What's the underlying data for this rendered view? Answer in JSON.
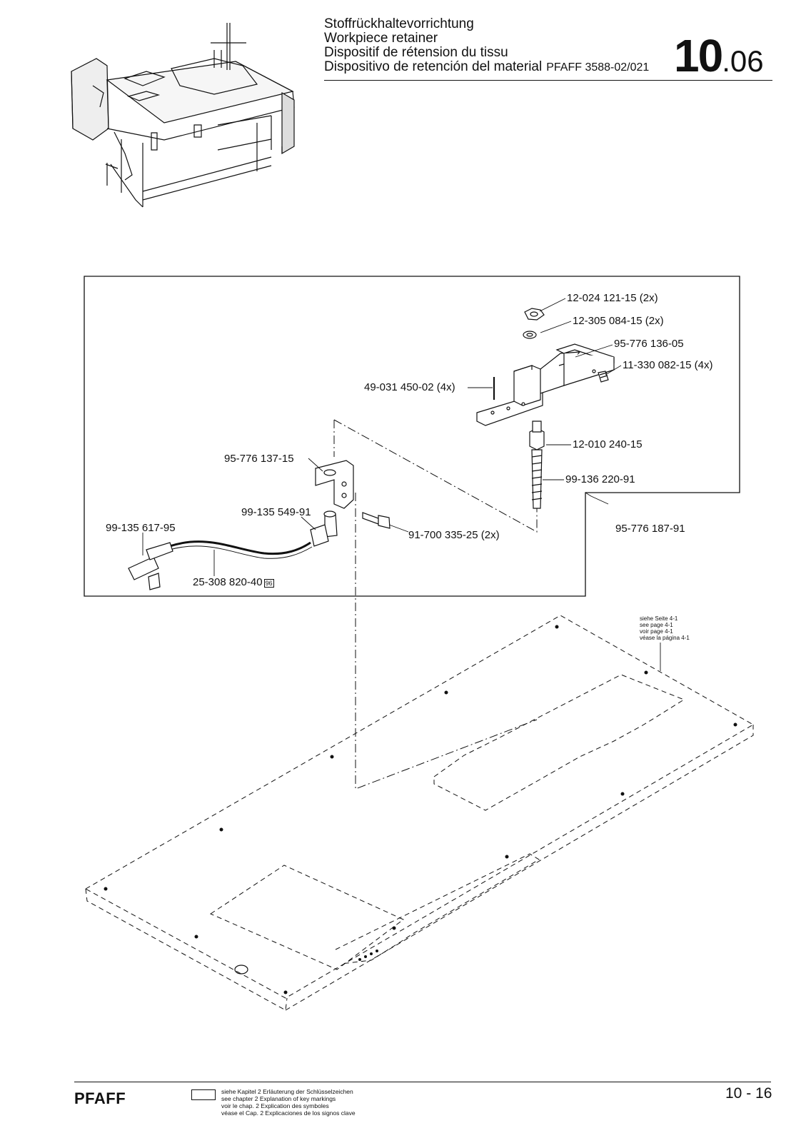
{
  "header": {
    "title_de": "Stoffrückhaltevorrichtung",
    "title_en": "Workpiece retainer",
    "title_fr": "Dispositif de rétension du tissu",
    "title_es": "Dispositivo de retención del material",
    "model": "PFAFF 3588-02/021",
    "section_major": "10",
    "section_minor": ".06"
  },
  "parts": {
    "p1": "12-024 121-15 (2x)",
    "p2": "12-305 084-15 (2x)",
    "p3": "95-776 136-05",
    "p4": "11-330 082-15 (4x)",
    "p5": "49-031 450-02 (4x)",
    "p6": "12-010 240-15",
    "p7": "95-776 137-15",
    "p8": "99-136 220-91",
    "p9": "99-135 549-91",
    "p10": "99-135 617-95",
    "p11": "91-700 335-25 (2x)",
    "p12": "95-776 187-91",
    "p13": "25-308 820-40",
    "p13_key": "96"
  },
  "note": {
    "de": "siehe Seite 4-1",
    "en": "see page 4-1",
    "fr": "voir page 4-1",
    "es": "véase la página 4-1"
  },
  "footer": {
    "brand": "PFAFF",
    "key_de": "siehe Kapitel 2 Erläuterung der Schlüsselzeichen",
    "key_en": "see chapter 2 Explanation of key markings",
    "key_fr": "voir le chap. 2 Explication des symboles",
    "key_es": "véase el Cap. 2 Explicaciones de los signos clave",
    "page": "10 - 16"
  },
  "colors": {
    "ink": "#111111",
    "paper": "#ffffff"
  }
}
